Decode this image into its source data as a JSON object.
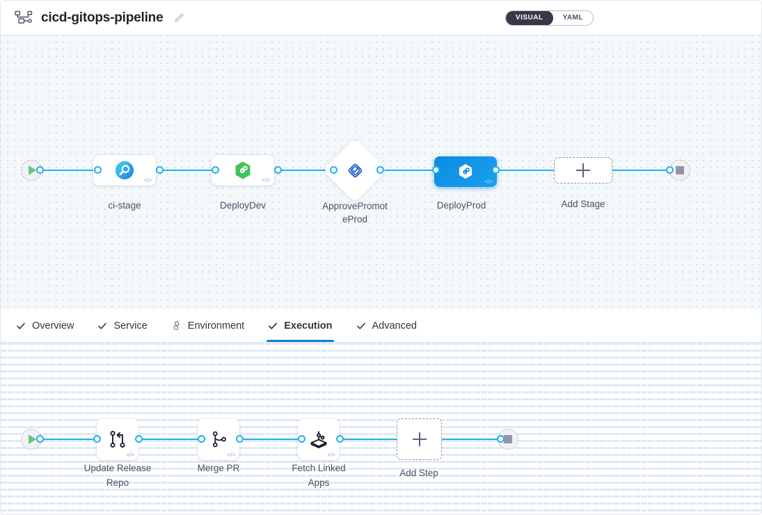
{
  "header": {
    "pipeline_icon": "pipeline-nodes-icon",
    "title": "cicd-gitops-pipeline",
    "edit_icon": "pencil-edit-icon",
    "view_toggle": {
      "visual_label": "VISUAL",
      "yaml_label": "YAML",
      "selected": "VISUAL"
    }
  },
  "stage_canvas": {
    "start_node": {
      "name": "pipeline-start",
      "icon": "play-icon"
    },
    "end_node": {
      "name": "pipeline-end",
      "icon": "stop-icon"
    },
    "stages": [
      {
        "id": "ci-stage",
        "label": "ci-stage",
        "icon": "ci-build-icon",
        "shape": "rounded",
        "selected": false,
        "has_code_badge": true
      },
      {
        "id": "deploy-dev",
        "label": "DeployDev",
        "icon": "gitops-hexagon-green-icon",
        "shape": "rounded",
        "selected": false,
        "has_code_badge": true
      },
      {
        "id": "approve-promote-prod",
        "label": "ApprovePromotePro d",
        "label_lines": [
          "ApprovePromot",
          "eProd"
        ],
        "icon": "approval-diamond-icon",
        "shape": "diamond",
        "selected": false,
        "has_code_badge": false
      },
      {
        "id": "deploy-prod",
        "label": "DeployProd",
        "icon": "gitops-hexagon-white-icon",
        "shape": "rounded",
        "selected": true,
        "has_code_badge": true
      }
    ],
    "add_stage": {
      "label": "Add Stage",
      "icon": "plus-icon"
    }
  },
  "tabs": [
    {
      "id": "overview",
      "label": "Overview",
      "icon": "check-icon",
      "active": false
    },
    {
      "id": "service",
      "label": "Service",
      "icon": "check-icon",
      "active": false
    },
    {
      "id": "environment",
      "label": "Environment",
      "icon": "infrastructure-icon",
      "active": false
    },
    {
      "id": "execution",
      "label": "Execution",
      "icon": "check-icon",
      "active": true
    },
    {
      "id": "advanced",
      "label": "Advanced",
      "icon": "check-icon",
      "active": false
    }
  ],
  "step_canvas": {
    "start_node": {
      "name": "execution-start",
      "icon": "play-icon"
    },
    "end_node": {
      "name": "execution-end",
      "icon": "stop-icon"
    },
    "steps": [
      {
        "id": "update-release-repo",
        "label": "Update Release Repo",
        "label_lines": [
          "Update Release",
          "Repo"
        ],
        "icon": "git-update-release-repo-icon",
        "has_code_badge": true
      },
      {
        "id": "merge-pr",
        "label": "Merge PR",
        "label_lines": [
          "Merge PR"
        ],
        "icon": "git-merge-pr-icon",
        "has_code_badge": true
      },
      {
        "id": "fetch-linked-apps",
        "label": "Fetch Linked Apps",
        "label_lines": [
          "Fetch Linked",
          "Apps"
        ],
        "icon": "fetch-linked-apps-icon",
        "has_code_badge": true
      }
    ],
    "add_step": {
      "label": "Add Step",
      "icon": "plus-icon"
    }
  },
  "colors": {
    "accent_blue": "#20b1ed",
    "selected_node": "#0b8ce0",
    "tab_underline": "#0b7fd4",
    "start_green": "#5fc97f",
    "stop_gray": "#9295a8",
    "toggle_dark": "#383946",
    "canvas_bg": "#f3f8fb"
  }
}
